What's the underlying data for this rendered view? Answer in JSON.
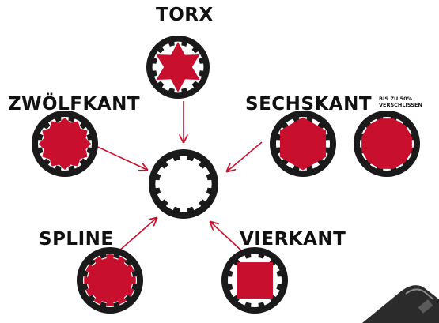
{
  "labels": {
    "torx": "TORX",
    "zwoelfkant": "ZWÖLFKANT",
    "sechskant": "SECHSKANT",
    "worn_note_line1": "BIS ZU 50%",
    "worn_note_line2": "VERSCHLISSEN",
    "spline": "SPLINE",
    "vierkant": "VIERKANT"
  },
  "colors": {
    "fill": "#c8102e",
    "ring": "#1a1a1a",
    "ink": "#111111",
    "arrow": "#c8102e",
    "tool": "#2b2b2b"
  },
  "icons": {
    "center": "multi-spline-socket-icon",
    "torx": "torx-bolt-head-icon",
    "zwoelfkant": "twelve-point-bolt-head-icon",
    "sechskant": "hex-bolt-head-icon",
    "sechskant_worn": "worn-hex-bolt-head-icon",
    "spline": "spline-bolt-head-icon",
    "vierkant": "square-bolt-head-icon",
    "tool": "socket-tool-icon"
  }
}
